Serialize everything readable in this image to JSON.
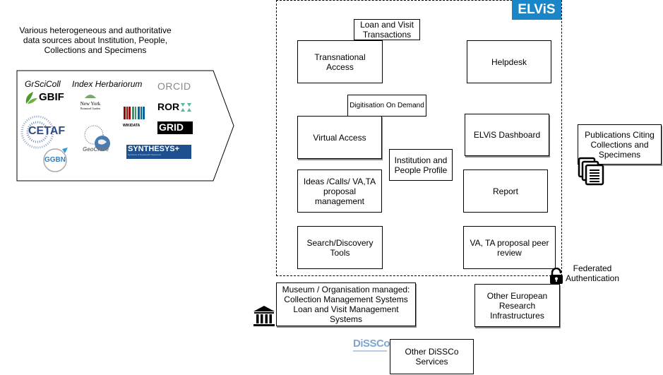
{
  "sources": {
    "caption": "Various heterogeneous and authoritative data sources about Institution, People, Collections and Specimens",
    "labels": {
      "grscicoll": "GrSciColl",
      "index_herbariorum": "Index Herbariorum"
    },
    "logos": {
      "gbif": "GBIF",
      "new_york_line1": "New York",
      "new_york_line2": "Botanical Garden",
      "cetaf": "CETAF",
      "ggbn": "GGBN",
      "geocase": "GeoCASe",
      "wikidata": "WIKIDATA",
      "orcid": "ORCID",
      "ror": "ROR",
      "grid": "GRID",
      "synthesys": "SYNTHESYS+",
      "synthesys_sub": "Synthesis of Systematic Resources"
    }
  },
  "elvis": {
    "logo": "ELViS",
    "brand_color": "#1a86c8",
    "boxes": {
      "loan_visit": "Loan and Visit Transactions",
      "transnational": "Transnational Access",
      "helpdesk": "Helpdesk",
      "digitisation": "Digitisation On Demand",
      "virtual": "Virtual Access",
      "dashboard": "ELViS Dashboard",
      "institution_profile": "Institution and People Profile",
      "ideas_calls": "Ideas /Calls/ VA,TA proposal management",
      "report": "Report",
      "search": "Search/Discovery Tools",
      "peer_review": "VA, TA proposal peer review"
    }
  },
  "external": {
    "publications": "Publications Citing Collections and Specimens",
    "federated": "Federated Authentication",
    "museum": "Museum / Organisation managed: Collection Management Systems Loan and Visit Management Systems",
    "other_ri": "Other European Research Infrastructures",
    "dissco_logo": "DiSSCo",
    "other_dissco": "Other DiSSCo Services"
  }
}
